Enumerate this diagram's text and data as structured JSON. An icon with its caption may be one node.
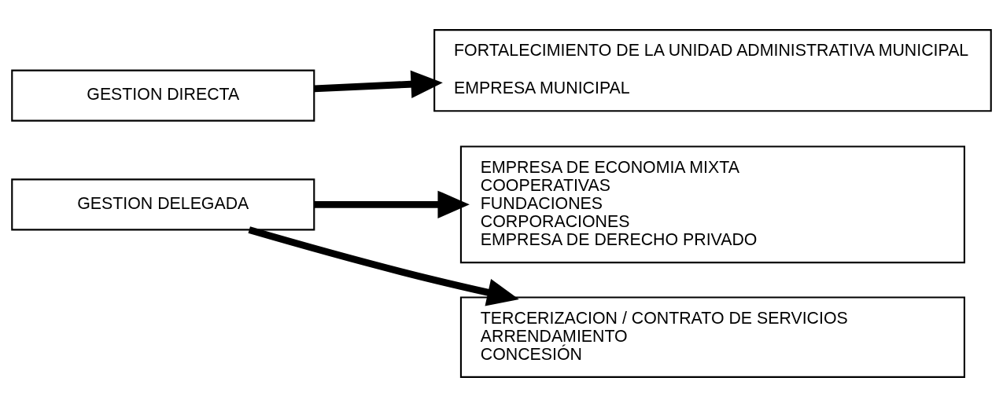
{
  "diagram": {
    "nodes": [
      {
        "text": [
          "GESTION DIRECTA"
        ]
      },
      {
        "text": [
          "FORTALECIMIENTO DE LA UNIDAD ADMINISTRATIVA MUNICIPAL",
          "EMPRESA MUNICIPAL"
        ]
      },
      {
        "text": [
          "GESTION DELEGADA"
        ]
      },
      {
        "text": [
          "EMPRESA DE ECONOMIA MIXTA",
          "COOPERATIVAS",
          "FUNDACIONES",
          "CORPORACIONES",
          "EMPRESA DE DERECHO PRIVADO"
        ]
      },
      {
        "text": [
          "TERCERIZACION / CONTRATO DE SERVICIOS",
          "ARRENDAMIENTO",
          "CONCESIÓN"
        ]
      }
    ],
    "edges": [
      {
        "from": 0,
        "to": 1,
        "arrow": "to"
      },
      {
        "from": 2,
        "to": 3,
        "arrow": "to"
      },
      {
        "from": 2,
        "to": 4,
        "arrow": "to"
      }
    ]
  }
}
